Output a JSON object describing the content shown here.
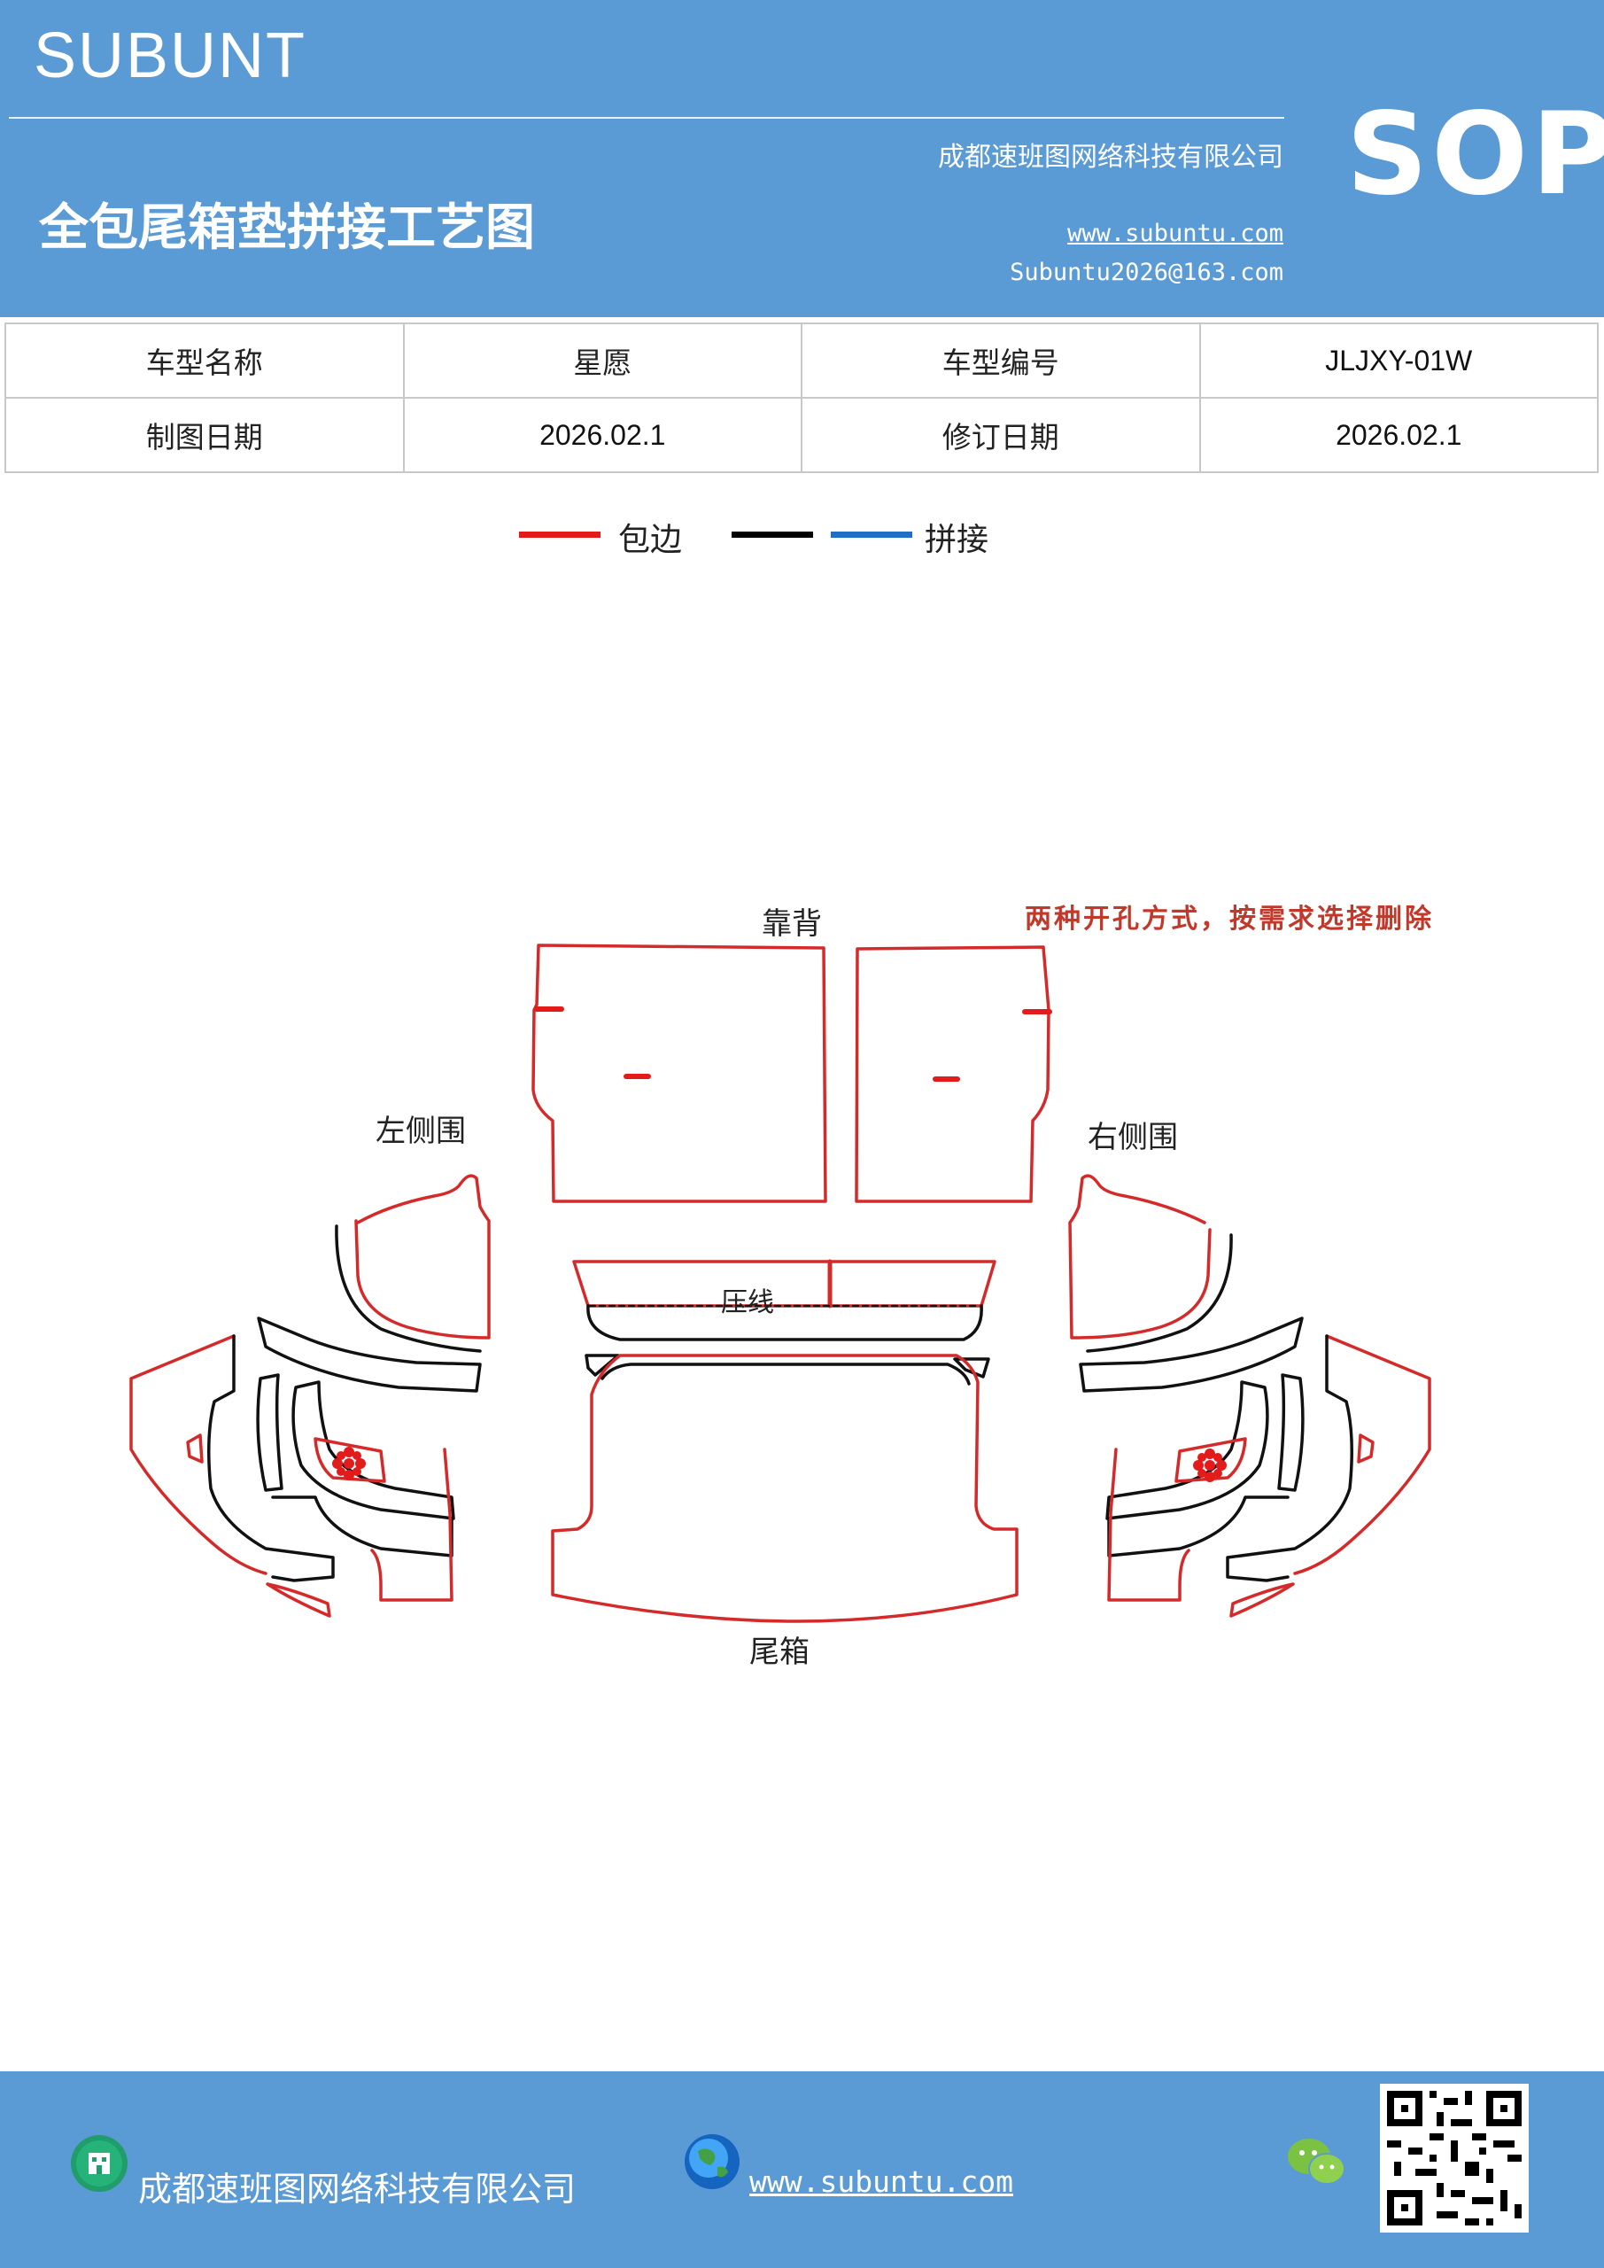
{
  "header": {
    "brand": "SUBUNT",
    "badge": "SOP",
    "company": "成都速班图网络科技有限公司",
    "title": "全包尾箱垫拼接工艺图",
    "website": "www.subuntu.com",
    "email": "Subuntu2026@163.com"
  },
  "info_table": {
    "rows": [
      [
        "车型名称",
        "星愿",
        "车型编号",
        "JLJXY-01W"
      ],
      [
        "制图日期",
        "2026.02.1",
        "修订日期",
        "2026.02.1"
      ]
    ]
  },
  "legend": {
    "edging_label": "包边",
    "joining_label": "拼接",
    "colors": {
      "edging": "#e31b1b",
      "black": "#000000",
      "joining": "#1f6fc5"
    }
  },
  "diagram": {
    "note": "两种开孔方式，按需求选择删除",
    "labels": {
      "backrest": "靠背",
      "left_side": "左侧围",
      "right_side": "右侧围",
      "crease": "压线",
      "trunk": "尾箱"
    }
  },
  "footer": {
    "company": "成都速班图网络科技有限公司",
    "website": "www.subuntu.com"
  },
  "icons": {
    "company": "building-icon",
    "website": "globe-icon",
    "wechat": "wechat-icon",
    "qr": "qr-code-icon"
  }
}
